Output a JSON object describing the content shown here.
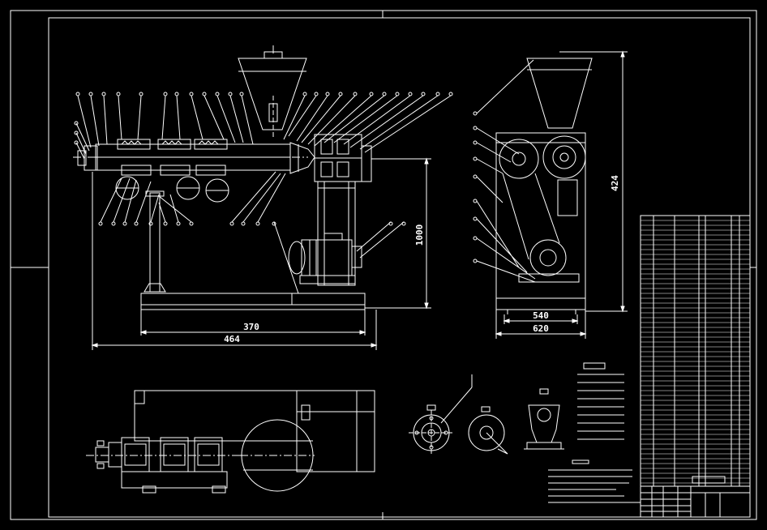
{
  "colors": {
    "background": "#000000",
    "line": "#ffffff"
  },
  "dimensions": {
    "front_overall_length": "464",
    "front_base_length": "370",
    "front_height": "1000",
    "side_height": "424",
    "side_inner_width": "540",
    "side_overall_width": "620"
  }
}
